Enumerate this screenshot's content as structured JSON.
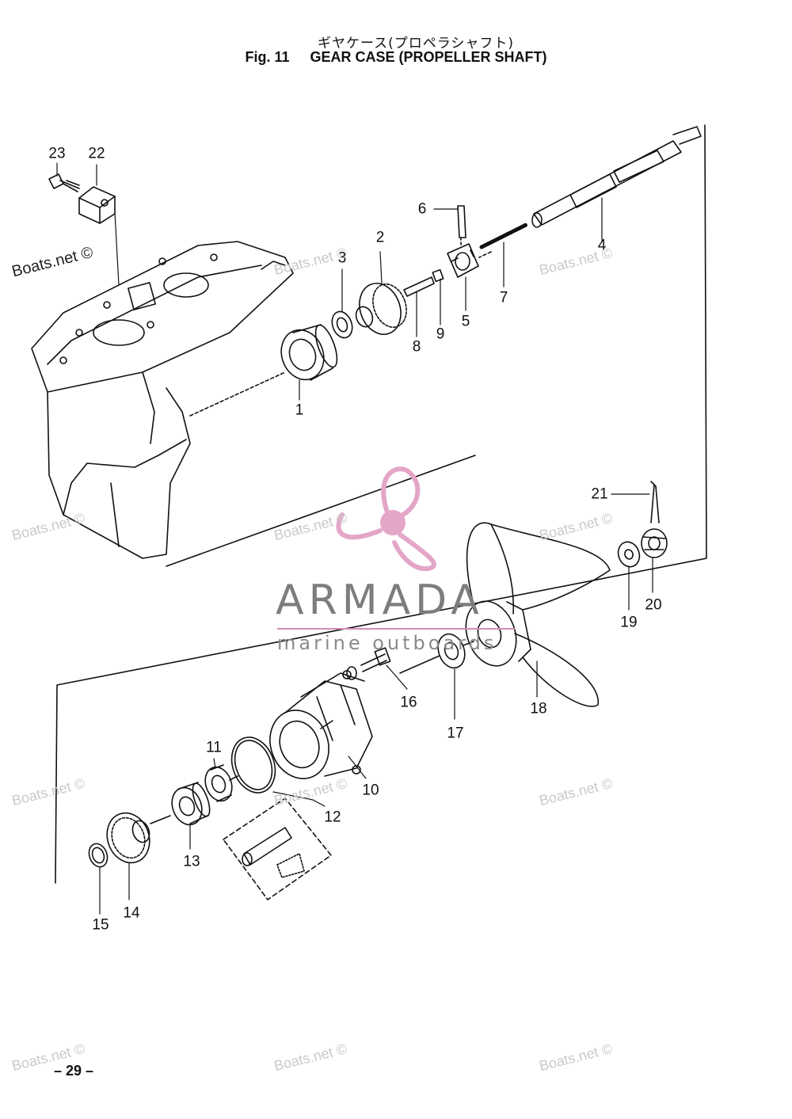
{
  "title": {
    "japanese": "ギヤケース(プロペラシャフト)",
    "figure": "Fig. 11",
    "english": "GEAR CASE (PROPELLER SHAFT)"
  },
  "callouts": [
    {
      "id": "p1",
      "label": "1"
    },
    {
      "id": "p2",
      "label": "2"
    },
    {
      "id": "p3",
      "label": "3"
    },
    {
      "id": "p4",
      "label": "4"
    },
    {
      "id": "p5",
      "label": "5"
    },
    {
      "id": "p6",
      "label": "6"
    },
    {
      "id": "p7",
      "label": "7"
    },
    {
      "id": "p8",
      "label": "8"
    },
    {
      "id": "p9",
      "label": "9"
    },
    {
      "id": "p10",
      "label": "10"
    },
    {
      "id": "p11",
      "label": "11"
    },
    {
      "id": "p12",
      "label": "12"
    },
    {
      "id": "p13",
      "label": "13"
    },
    {
      "id": "p14",
      "label": "14"
    },
    {
      "id": "p15",
      "label": "15"
    },
    {
      "id": "p16",
      "label": "16"
    },
    {
      "id": "p17",
      "label": "17"
    },
    {
      "id": "p18",
      "label": "18"
    },
    {
      "id": "p19",
      "label": "19"
    },
    {
      "id": "p20",
      "label": "20"
    },
    {
      "id": "p21",
      "label": "21"
    },
    {
      "id": "p22",
      "label": "22"
    },
    {
      "id": "p23",
      "label": "23"
    }
  ],
  "watermark": {
    "text": "Boats.net ©",
    "brand": "ARMADA",
    "brand_sub": "marine outboards",
    "brand_color": "#e3a6c8"
  },
  "page_number": "– 29 –"
}
